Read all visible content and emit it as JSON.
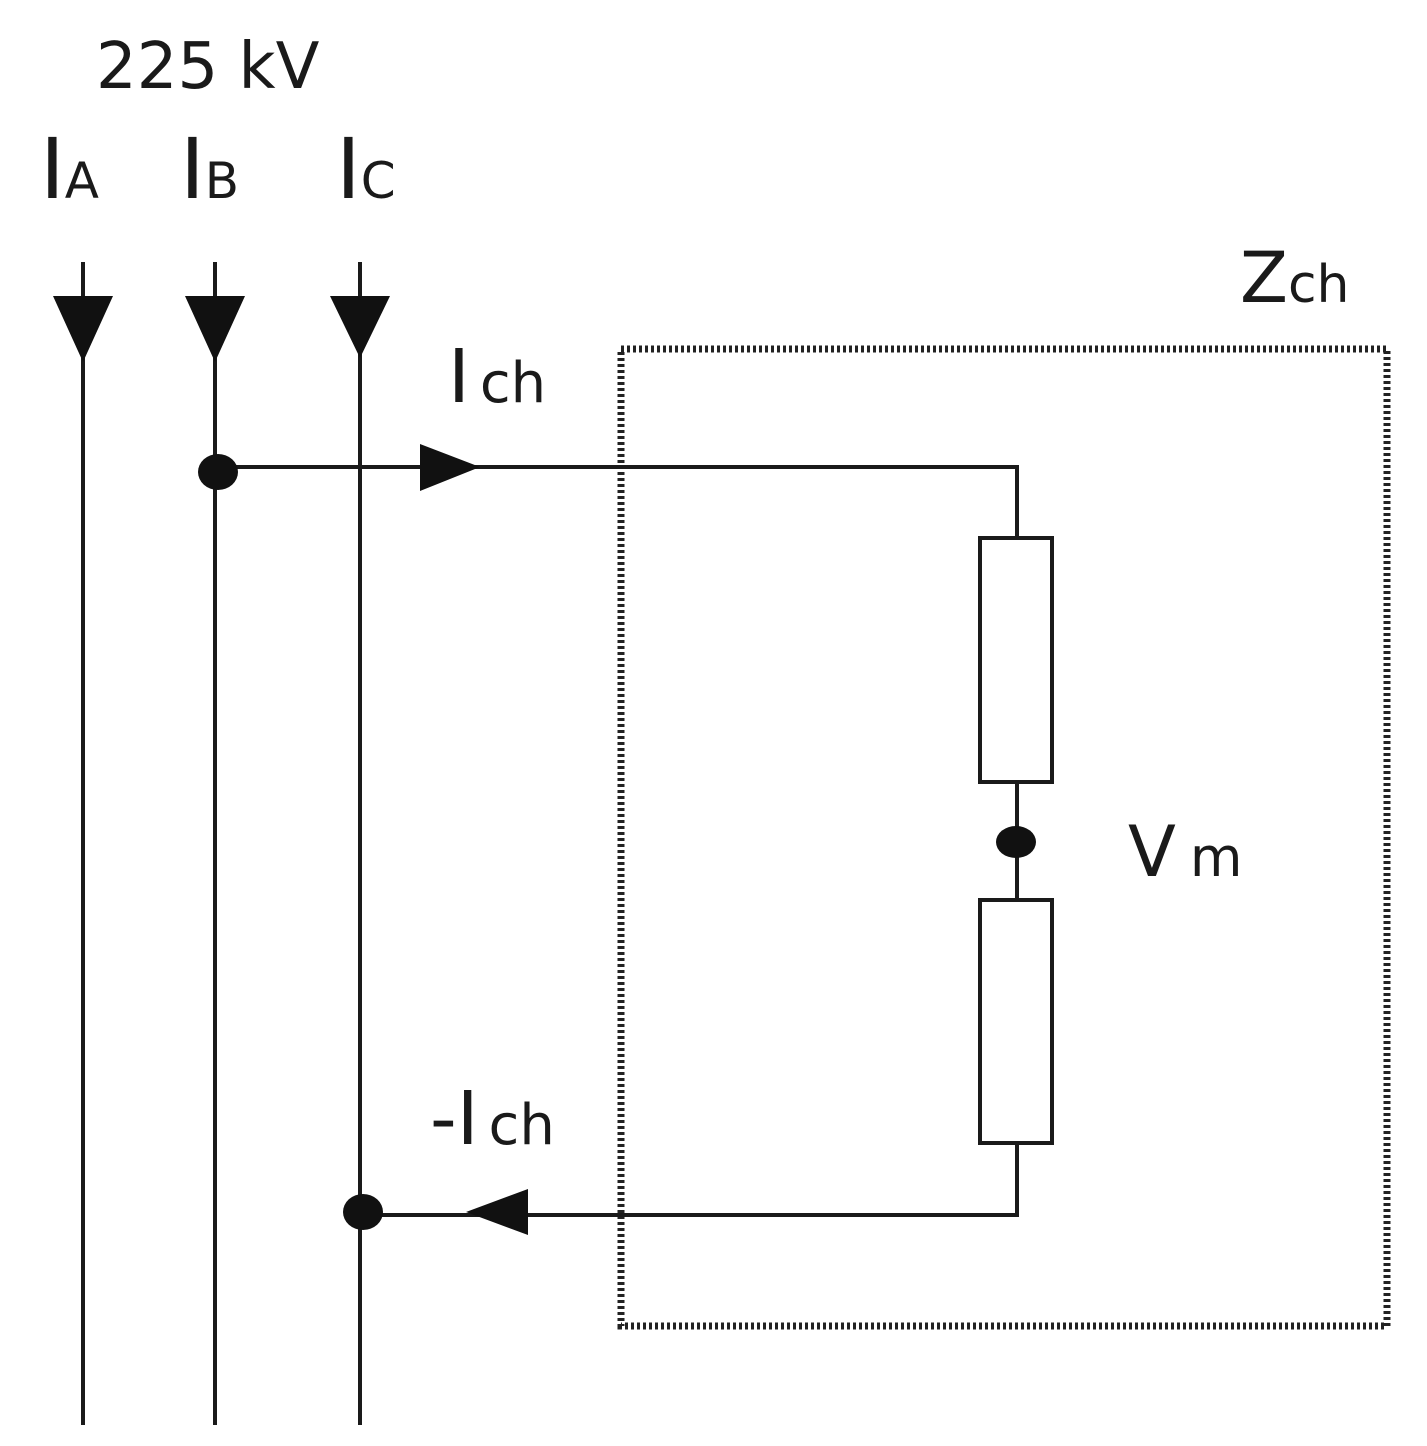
{
  "voltage_label": "225 kV",
  "phases": [
    {
      "main": "I",
      "sub": "A"
    },
    {
      "main": "I",
      "sub": "B"
    },
    {
      "main": "I",
      "sub": "C"
    }
  ],
  "impedance_label": {
    "main": "Z",
    "sub": "ch"
  },
  "current_in_label": {
    "main": "I",
    "sub": "ch"
  },
  "current_out_label": {
    "main": "-I",
    "sub": "ch"
  },
  "midpoint_label": {
    "main": "V",
    "sub": "m"
  },
  "colors": {
    "wire": "#1a1a1a",
    "background": "#ffffff"
  }
}
